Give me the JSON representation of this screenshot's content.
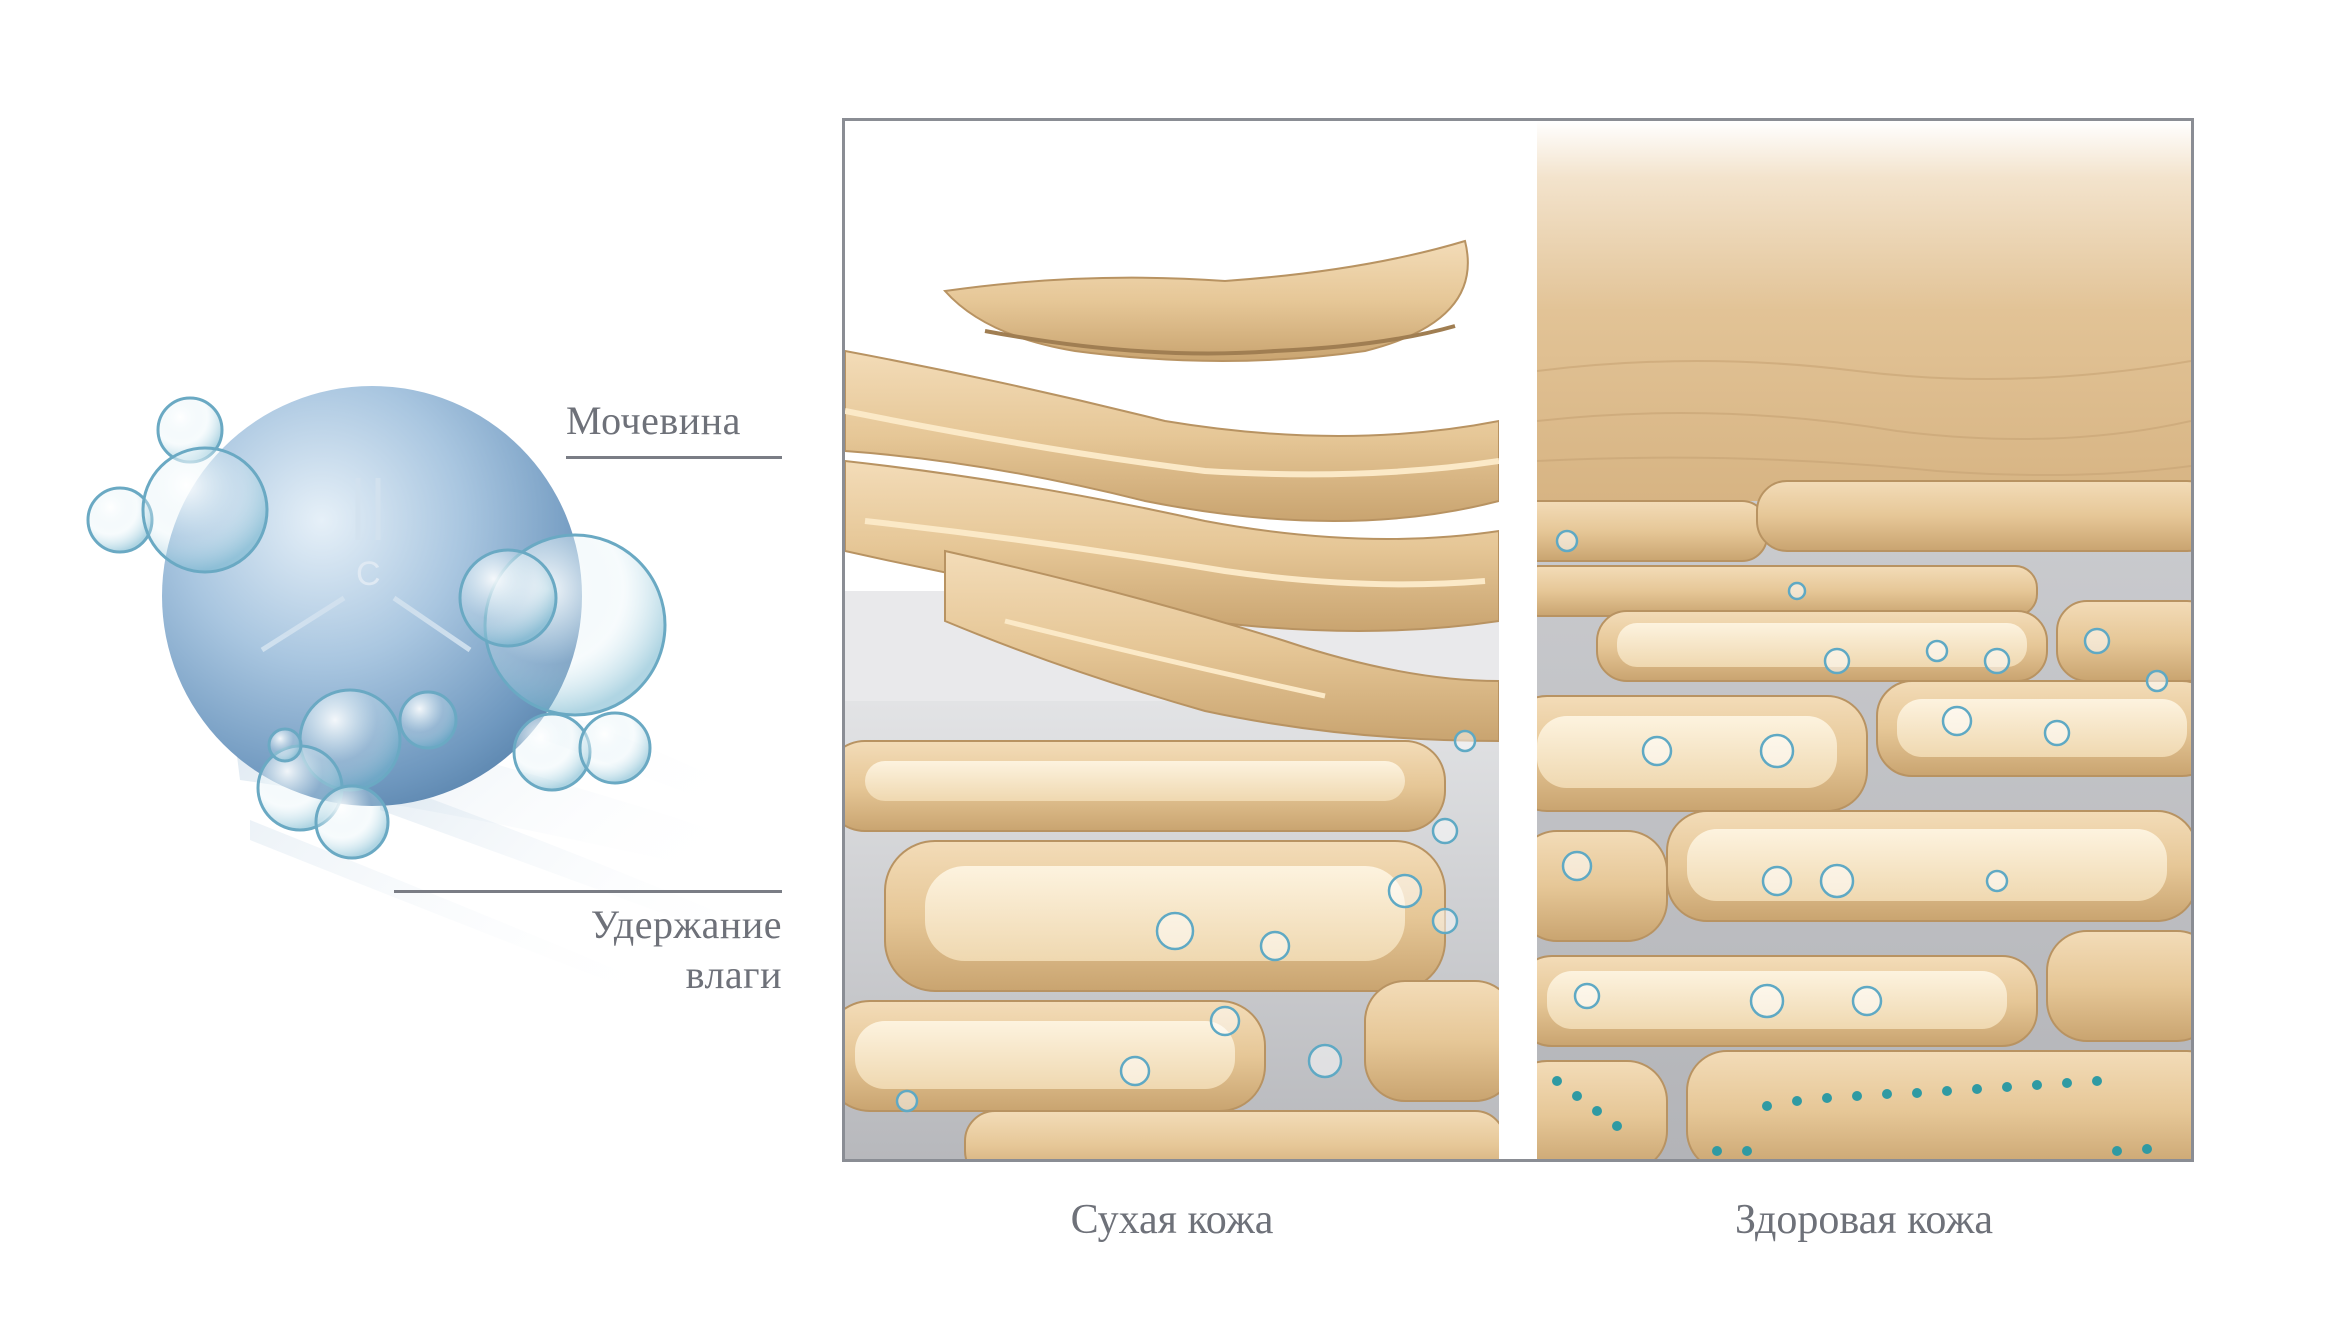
{
  "molecule": {
    "label_top": "Мочевина",
    "label_bottom_line1": "Удержание",
    "label_bottom_line2": "влаги",
    "center_atom": "C",
    "sphere_color": "#8fb4d6"
  },
  "panels": {
    "dry": {
      "caption": "Сухая кожа"
    },
    "healthy": {
      "caption": "Здоровая кожа"
    }
  },
  "colors": {
    "cell_fill": "#e9cfa6",
    "cell_edge": "#c9a67a",
    "matrix_grey": "#c9cacd",
    "frame": "#8a8d94",
    "text": "#6e7179",
    "bubble": "#5fa9c4",
    "teal_dot": "#2f9aa3"
  }
}
